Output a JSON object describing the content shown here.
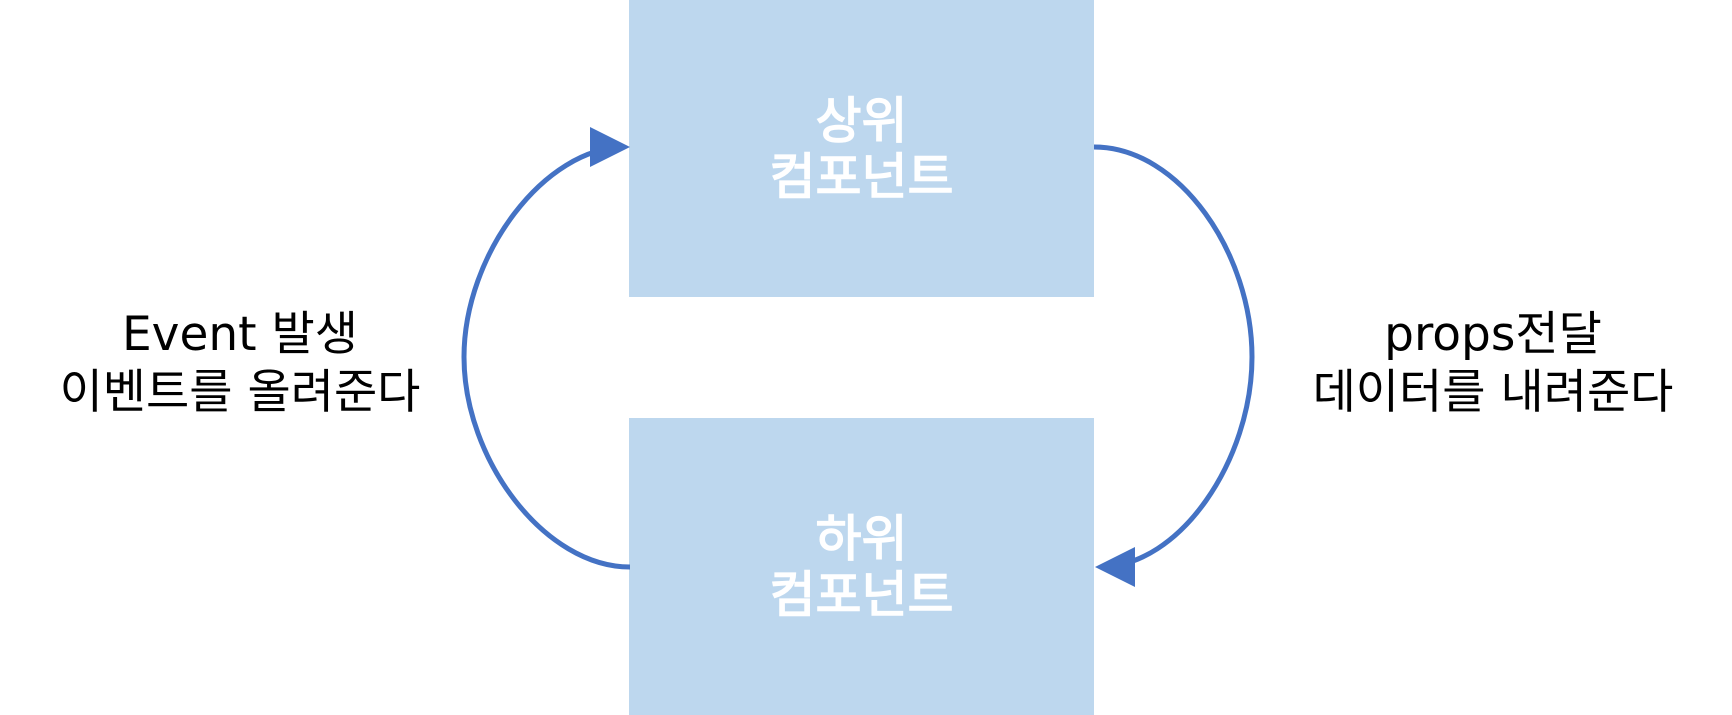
{
  "boxes": {
    "parent": "상위\n컴포넌트",
    "child": "하위\n컴포넌트"
  },
  "labels": {
    "left": "Event 발생\n이벤트를 올려준다",
    "right": "props전달\n데이터를 내려준다"
  },
  "colors": {
    "box_fill": "#bdd7ee",
    "arrow": "#4472c4",
    "box_text": "#ffffff",
    "label_text": "#000000"
  }
}
